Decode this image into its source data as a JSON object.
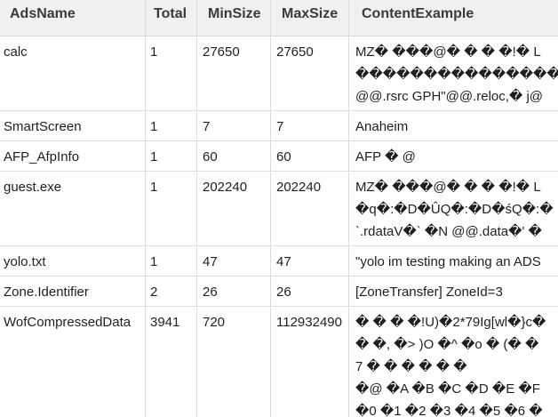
{
  "columns": [
    "AdsName",
    "Total",
    "MinSize",
    "MaxSize",
    "ContentExample"
  ],
  "rows": [
    {
      "name": "calc",
      "total": "1",
      "min": "27650",
      "max": "27650",
      "example": [
        "MZ�   ���@�   �  � �!� L",
        "����������������D",
        "@@.rsrc GPH\"@@.reloc,�  j@"
      ]
    },
    {
      "name": "SmartScreen",
      "total": "1",
      "min": "7",
      "max": "7",
      "example": [
        "Anaheim"
      ]
    },
    {
      "name": "AFP_AfpInfo",
      "total": "1",
      "min": "60",
      "max": "60",
      "example": [
        "AFP � @"
      ]
    },
    {
      "name": "guest.exe",
      "total": "1",
      "min": "202240",
      "max": "202240",
      "example": [
        "MZ�   ���@�   �  � �!� L",
        "�q�:�D�ÛQ�:�D�śQ�:�",
        "`.rdataV�`  �N @@.data�'   �"
      ]
    },
    {
      "name": "yolo.txt",
      "total": "1",
      "min": "47",
      "max": "47",
      "example": [
        "\"yolo im testing making an ADS"
      ]
    },
    {
      "name": "Zone.Identifier",
      "total": "2",
      "min": "26",
      "max": "26",
      "example": [
        "[ZoneTransfer] ZoneId=3"
      ]
    },
    {
      "name": "WofCompressedData",
      "total": "3941",
      "min": "720",
      "max": "112932490",
      "example": [
        "�  �    �    �!U)�2*79Ig[wl�}c�",
        " �    �, �> )O �^ �o  � (� �",
        " 7   �    �    �    �    �    �",
        "�@  �A  �B  �C  �D  �E  �F",
        "�0  �1  �2  �3  �4  �5  �6  �"
      ]
    }
  ]
}
